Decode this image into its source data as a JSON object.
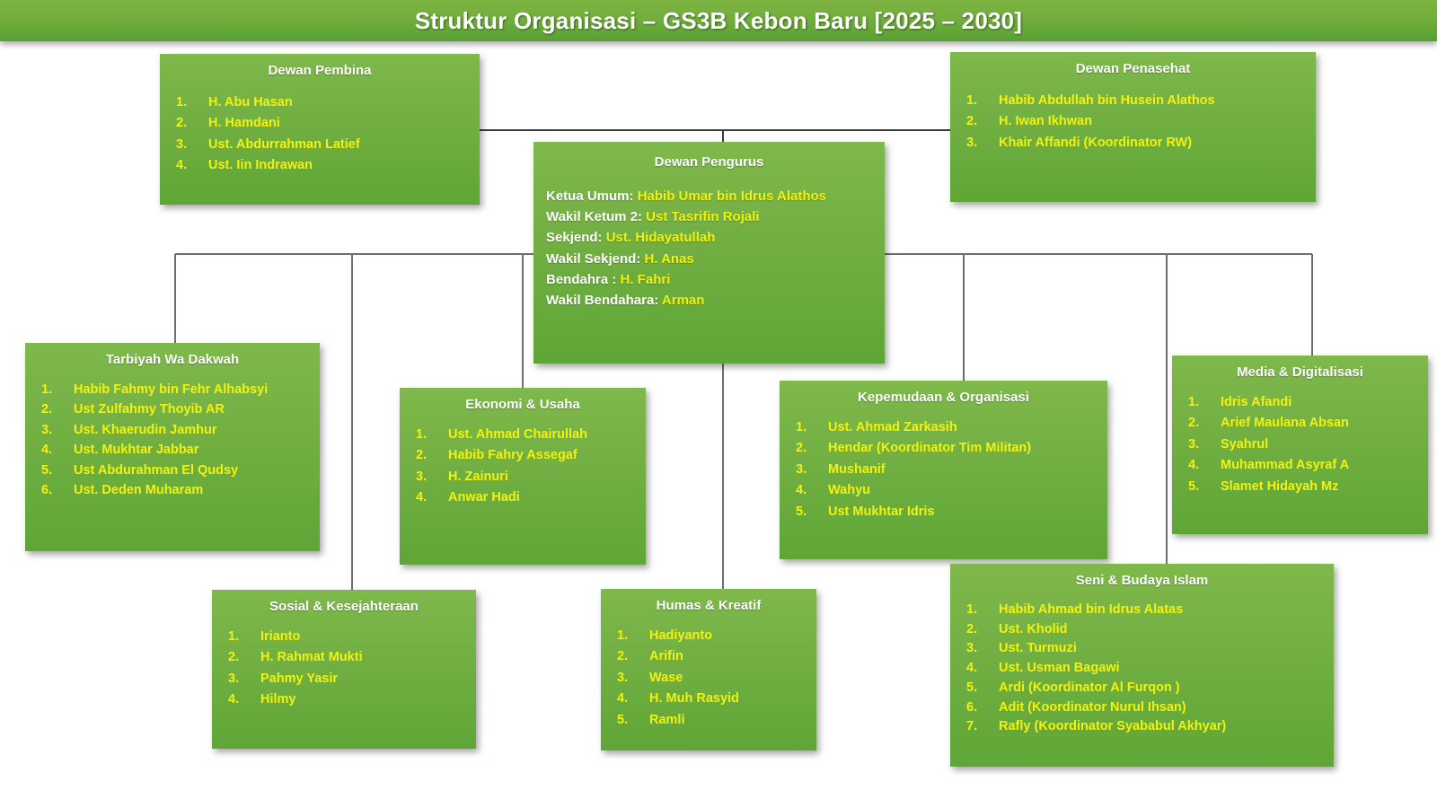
{
  "title": "Struktur Organisasi – GS3B Kebon Baru [2025 – 2030]",
  "colors": {
    "banner_top": "#7DB442",
    "banner_bottom": "#57A034",
    "box_top": "#7FB84B",
    "box_bottom": "#5FA637",
    "title_text": "#FFFFFF",
    "member_text": "#F2F20D",
    "connector": "#4A4A4A"
  },
  "nodes": {
    "pembina": {
      "title": "Dewan Pembina",
      "members": [
        {
          "num": "1.",
          "name": "H. Abu Hasan"
        },
        {
          "num": "2.",
          "name": "H. Hamdani"
        },
        {
          "num": "3.",
          "name": "Ust. Abdurrahman Latief"
        },
        {
          "num": "4.",
          "name": "Ust. Iin Indrawan"
        }
      ]
    },
    "penasehat": {
      "title": "Dewan Penasehat",
      "members": [
        {
          "num": "1.",
          "name": "Habib Abdullah bin Husein Alathos"
        },
        {
          "num": "2.",
          "name": "H. Iwan Ikhwan"
        },
        {
          "num": "3.",
          "name": "Khair Affandi (Koordinator RW)"
        }
      ]
    },
    "pengurus": {
      "title": "Dewan Pengurus",
      "roles": [
        {
          "role": "Ketua Umum:",
          "name": "Habib Umar bin Idrus Alathos"
        },
        {
          "role": "Wakil Ketum 2:",
          "name": "Ust Tasrifin Rojali"
        },
        {
          "role": "Sekjend:",
          "name": "Ust. Hidayatullah"
        },
        {
          "role": "Wakil Sekjend:",
          "name": "H. Anas"
        },
        {
          "role": "Bendahra :",
          "name": "H. Fahri"
        },
        {
          "role": "Wakil Bendahara:",
          "name": "Arman"
        }
      ]
    },
    "tarbiyah": {
      "title": "Tarbiyah Wa Dakwah",
      "members": [
        {
          "num": "1.",
          "name": "Habib Fahmy bin Fehr Alhabsyi"
        },
        {
          "num": "2.",
          "name": "Ust Zulfahmy Thoyib AR"
        },
        {
          "num": "3.",
          "name": "Ust. Khaerudin Jamhur"
        },
        {
          "num": "4.",
          "name": "Ust. Mukhtar Jabbar"
        },
        {
          "num": "5.",
          "name": "Ust Abdurahman El Qudsy"
        },
        {
          "num": "6.",
          "name": "Ust. Deden Muharam"
        }
      ]
    },
    "ekonomi": {
      "title": "Ekonomi & Usaha",
      "members": [
        {
          "num": "1.",
          "name": "Ust. Ahmad Chairullah"
        },
        {
          "num": "2.",
          "name": "Habib Fahry Assegaf"
        },
        {
          "num": "3.",
          "name": "H. Zainuri"
        },
        {
          "num": "4.",
          "name": "Anwar Hadi"
        }
      ]
    },
    "kepemudaan": {
      "title": "Kepemudaan & Organisasi",
      "members": [
        {
          "num": "1.",
          "name": "Ust. Ahmad Zarkasih"
        },
        {
          "num": "2.",
          "name": "Hendar (Koordinator Tim Militan)"
        },
        {
          "num": "3.",
          "name": "Mushanif"
        },
        {
          "num": "4.",
          "name": "Wahyu"
        },
        {
          "num": "5.",
          "name": "Ust Mukhtar Idris"
        }
      ]
    },
    "media": {
      "title": "Media & Digitalisasi",
      "members": [
        {
          "num": "1.",
          "name": "Idris Afandi"
        },
        {
          "num": "2.",
          "name": "Arief Maulana Absan"
        },
        {
          "num": "3.",
          "name": "Syahrul"
        },
        {
          "num": "4.",
          "name": "Muhammad Asyraf A"
        },
        {
          "num": "5.",
          "name": "Slamet Hidayah Mz"
        }
      ]
    },
    "sosial": {
      "title": "Sosial & Kesejahteraan",
      "members": [
        {
          "num": "1.",
          "name": "Irianto"
        },
        {
          "num": "2.",
          "name": "H. Rahmat Mukti"
        },
        {
          "num": "3.",
          "name": "Pahmy Yasir"
        },
        {
          "num": "4.",
          "name": "Hilmy"
        }
      ]
    },
    "humas": {
      "title": "Humas & Kreatif",
      "members": [
        {
          "num": "1.",
          "name": "Hadiyanto"
        },
        {
          "num": "2.",
          "name": "Arifin"
        },
        {
          "num": "3.",
          "name": "Wase"
        },
        {
          "num": "4.",
          "name": "H. Muh Rasyid"
        },
        {
          "num": "5.",
          "name": "Ramli"
        }
      ]
    },
    "seni": {
      "title": "Seni & Budaya Islam",
      "members": [
        {
          "num": "1.",
          "name": "Habib Ahmad bin Idrus Alatas"
        },
        {
          "num": "2.",
          "name": "Ust. Kholid"
        },
        {
          "num": "3.",
          "name": "Ust. Turmuzi"
        },
        {
          "num": "4.",
          "name": "Ust. Usman Bagawi"
        },
        {
          "num": "5.",
          "name": "Ardi (Koordinator Al Furqon )"
        },
        {
          "num": "6.",
          "name": "Adit (Koordinator Nurul Ihsan)"
        },
        {
          "num": "7.",
          "name": "Rafly  (Koordinator Syababul Akhyar)"
        }
      ]
    }
  }
}
